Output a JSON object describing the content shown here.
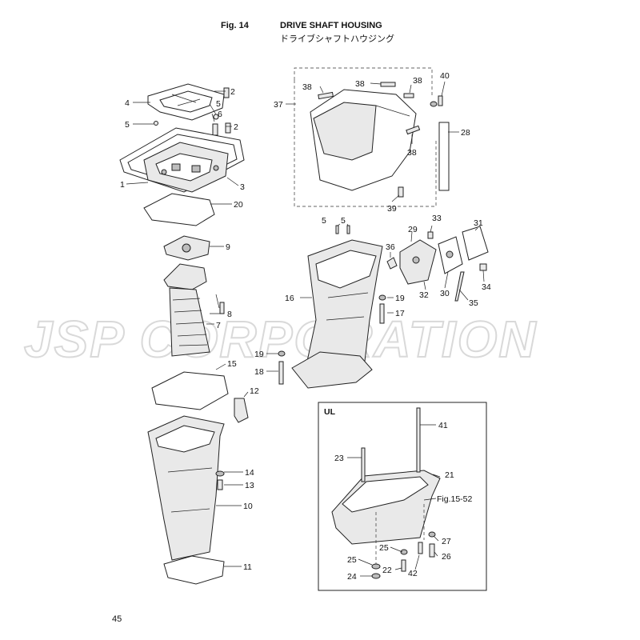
{
  "header": {
    "fig_number": "Fig. 14",
    "title": "DRIVE SHAFT HOUSING",
    "subtitle": "ドライブシャフトハウジング"
  },
  "page_number": "45",
  "watermark": "JSP CORPORATION",
  "inset": {
    "label": "UL",
    "reference": "Fig.15-52"
  },
  "callouts": {
    "c1": "1",
    "c2a": "2",
    "c2b": "2",
    "c3": "3",
    "c4": "4",
    "c5a": "5",
    "c5b": "5",
    "c5c": "5",
    "c5d": "5",
    "c6": "6",
    "c7": "7",
    "c8": "8",
    "c9": "9",
    "c10": "10",
    "c11": "11",
    "c12": "12",
    "c13": "13",
    "c14": "14",
    "c15": "15",
    "c16": "16",
    "c17": "17",
    "c18": "18",
    "c19a": "19",
    "c19b": "19",
    "c20": "20",
    "c21": "21",
    "c22": "22",
    "c23": "23",
    "c24": "24",
    "c25a": "25",
    "c25b": "25",
    "c26": "26",
    "c27": "27",
    "c28": "28",
    "c29": "29",
    "c30": "30",
    "c31": "31",
    "c32": "32",
    "c33": "33",
    "c34": "34",
    "c35": "35",
    "c36": "36",
    "c37": "37",
    "c38a": "38",
    "c38b": "38",
    "c38c": "38",
    "c38d": "38",
    "c39": "39",
    "c40": "40",
    "c41": "41",
    "c42": "42"
  }
}
